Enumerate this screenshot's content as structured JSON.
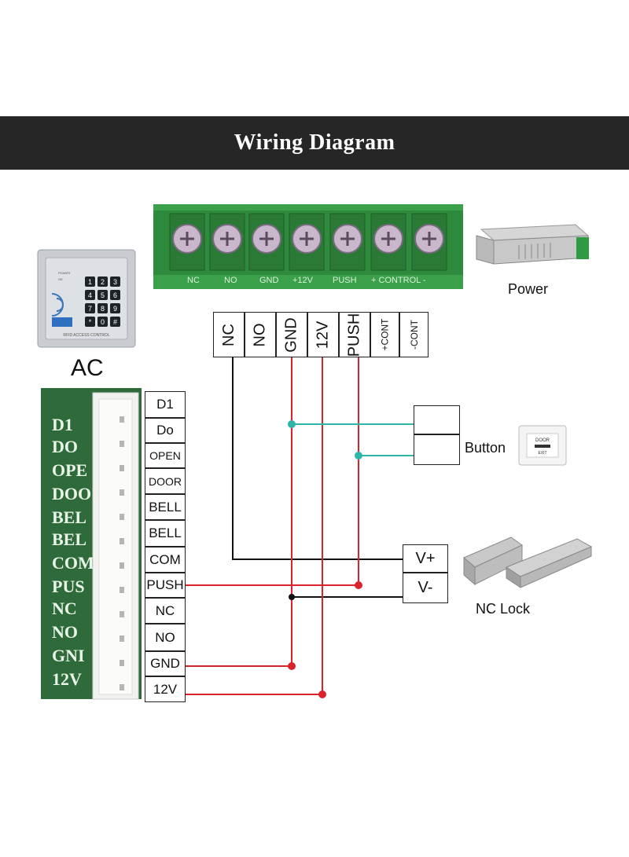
{
  "banner": {
    "title": "Wiring Diagram"
  },
  "labels": {
    "power": "Power",
    "ac": "AC",
    "button": "Button",
    "nc_lock": "NC Lock"
  },
  "power_strip_labels": [
    "NC",
    "NO",
    "GND",
    "+12V",
    "PUSH",
    "+ CONTROL -"
  ],
  "power_terminals": [
    "NC",
    "NO",
    "GND",
    "12V",
    "PUSH",
    "+CONT",
    "-CONT"
  ],
  "ac_terminals": [
    "D1",
    "Do",
    "OPEN",
    "DOOR",
    "BELL",
    "BELL",
    "COM",
    "PUSH",
    "NC",
    "NO",
    "GND",
    "12V"
  ],
  "pcb_labels": [
    "D1",
    "DO",
    "OPE",
    "DOO",
    "BEL",
    "BEL",
    "COM",
    "PUS",
    "NC",
    "NO",
    "GNI",
    "12V"
  ],
  "lock_terminals": [
    "V+",
    "V-"
  ],
  "keypad": {
    "keys": [
      "1",
      "2",
      "3",
      "4",
      "5",
      "6",
      "7",
      "8",
      "9",
      "*",
      "0",
      "#"
    ],
    "footer": "RFID ACCESS CONTROL",
    "leds": [
      "POWER",
      "OK"
    ]
  },
  "exit_button": {
    "text1": "DOOR",
    "text2": "EXIT"
  },
  "colors": {
    "red_wire": "#d9232d",
    "teal_wire": "#2db5a8",
    "black_wire": "#111111",
    "pcb_green": "#2f6b3a",
    "strip_green": "#3aa14a",
    "banner": "#262626"
  }
}
